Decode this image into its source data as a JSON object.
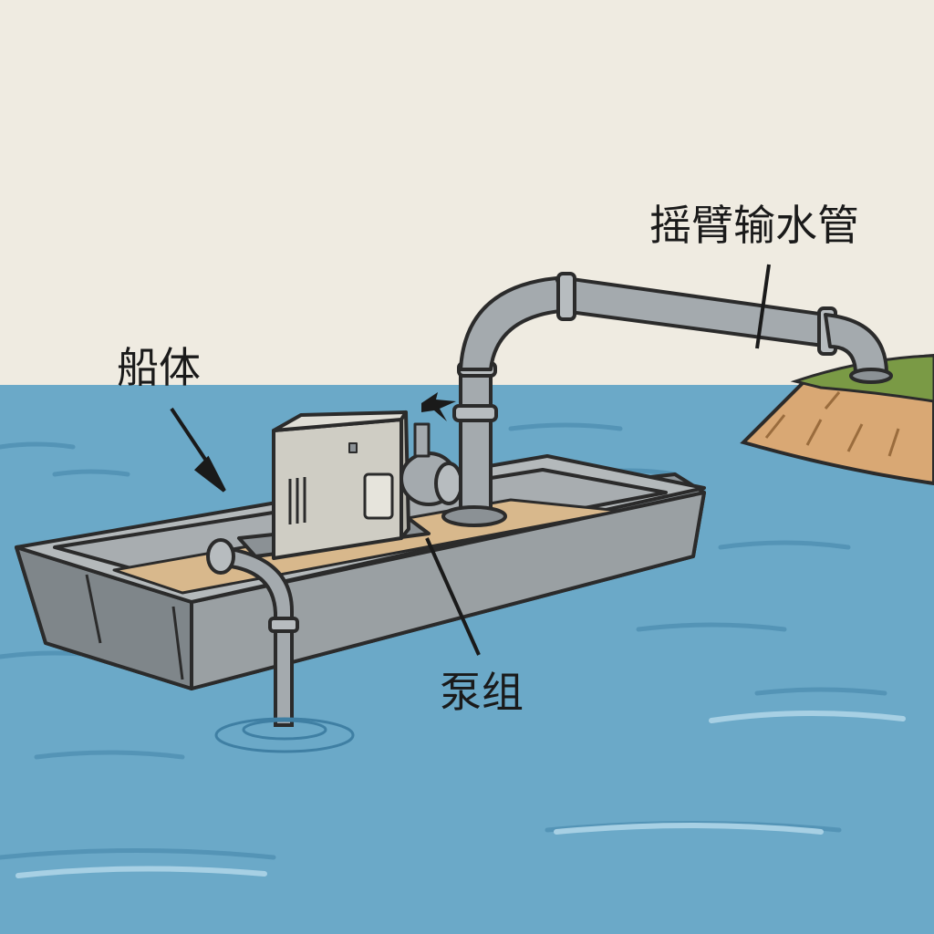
{
  "labels": {
    "hull": "船体",
    "arm_pipe": "摇臂输水管",
    "pump_set": "泵组"
  },
  "colors": {
    "sky": "#efebe1",
    "water": "#6ba9c8",
    "hull": "#9aa0a3",
    "deck": "#d8b88c",
    "pipe": "#a4aaae",
    "pump": "#cfcdc4",
    "bank_soil": "#d9a874",
    "bank_grass": "#7a9a45",
    "outline": "#2b2b2b"
  }
}
